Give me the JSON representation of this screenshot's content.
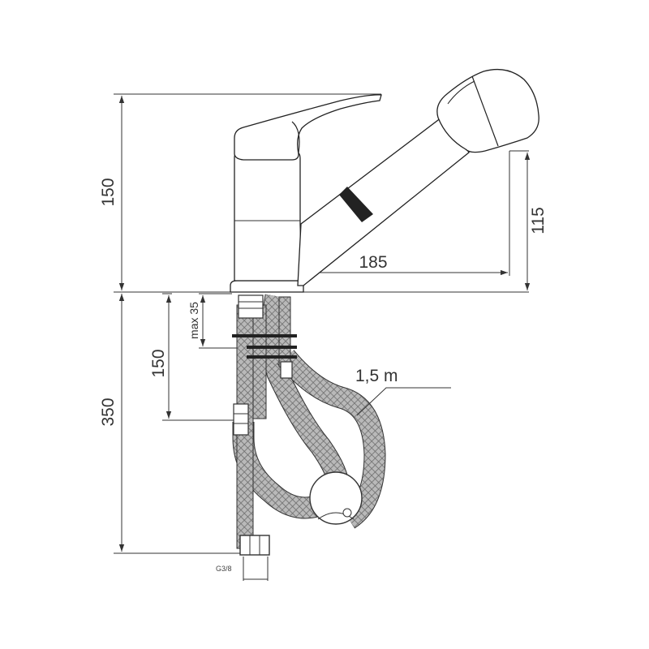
{
  "dimensions": {
    "faucet_height": "150",
    "spray_height": "115",
    "spout_reach": "185",
    "below_counter_length": "350",
    "connector_height": "150",
    "max_counter_thickness": "max 35",
    "hose_length": "1,5 m",
    "thread_size": "G3/8"
  },
  "colors": {
    "line": "#333333",
    "hose_fill": "#9a9a9a",
    "ring": "#222222"
  }
}
